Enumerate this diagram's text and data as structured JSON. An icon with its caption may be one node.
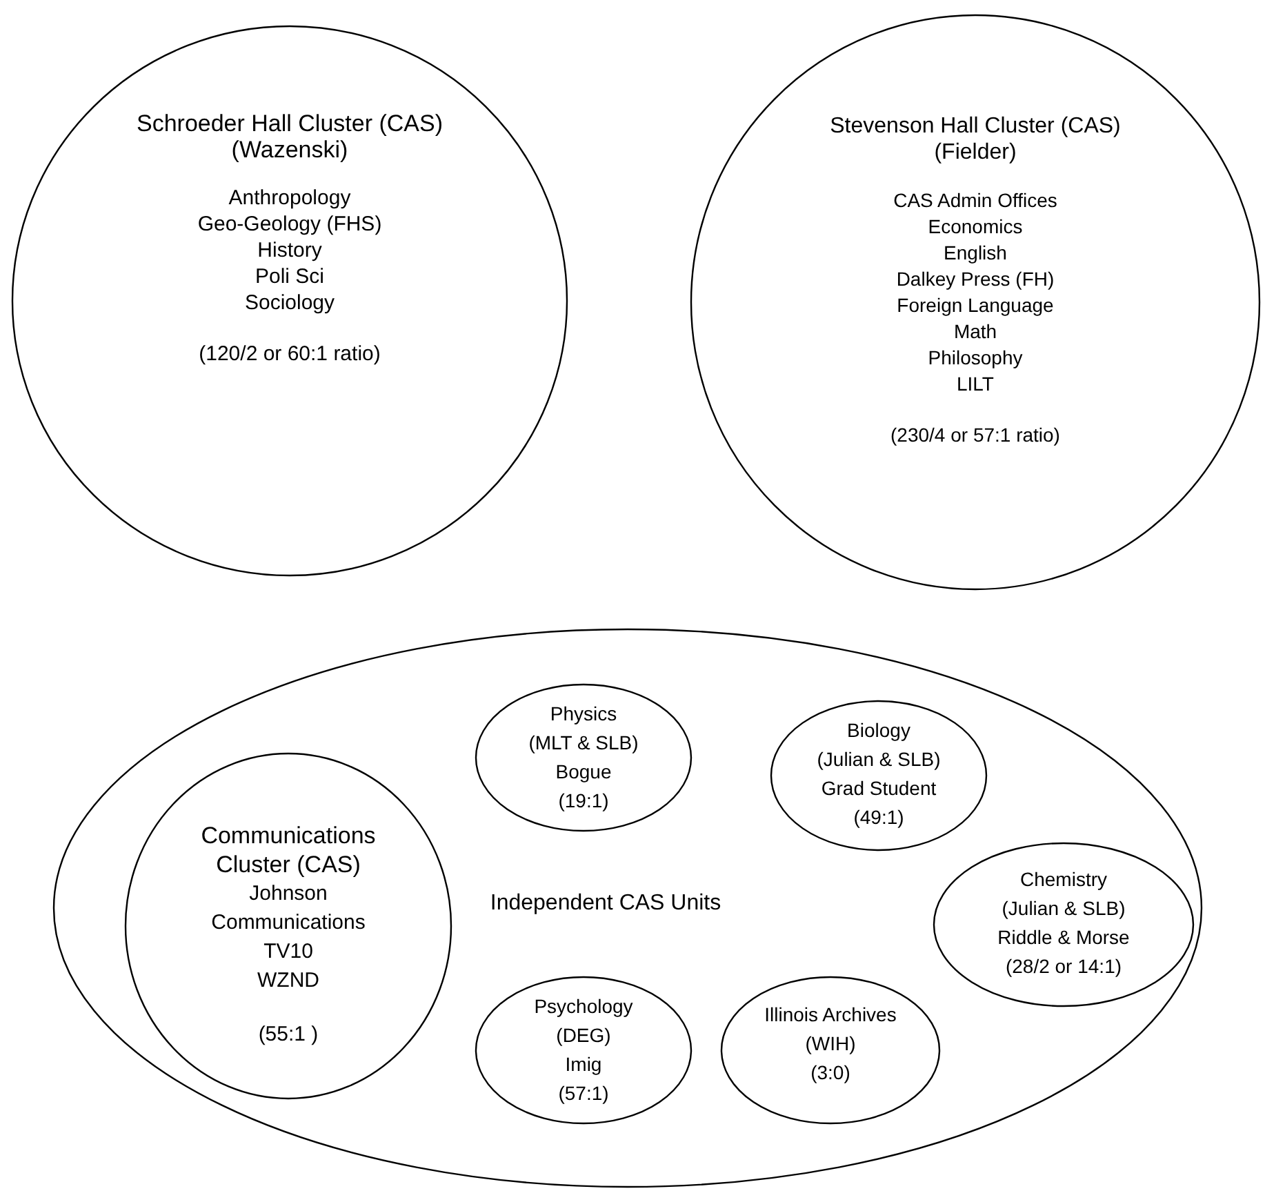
{
  "diagram": {
    "nodes": [
      {
        "text": [
          "Schroeder Hall Cluster (CAS) (Wazenski)",
          "Anthropology",
          "Geo-Geology (FHS)",
          "History",
          "Poli Sci",
          "Sociology",
          "(120/2 or 60:1 ratio)"
        ]
      },
      {
        "text": [
          "Stevenson Hall Cluster (CAS) (Fielder)",
          "CAS Admin Offices",
          "Economics",
          "English",
          "Dalkey Press (FH)",
          "Foreign Language",
          "Math",
          "Philosophy",
          "LILT",
          "(230/4 or 57:1 ratio)"
        ]
      },
      {
        "text": [
          "Independent CAS Units"
        ]
      },
      {
        "text": [
          "Communications Cluster (CAS)",
          "Johnson",
          "Communications",
          "TV10",
          "WZND",
          "(55:1 )"
        ],
        "in": 2
      },
      {
        "text": [
          "Physics",
          "(MLT & SLB)",
          "Bogue",
          "(19:1)"
        ],
        "in": 2
      },
      {
        "text": [
          "Biology",
          "(Julian & SLB)",
          "Grad Student",
          "(49:1)"
        ],
        "in": 2
      },
      {
        "text": [
          "Chemistry",
          "(Julian & SLB)",
          "Riddle & Morse",
          "(28/2 or 14:1)"
        ],
        "in": 2
      },
      {
        "text": [
          "Psychology",
          "(DEG)",
          "Imig",
          "(57:1)"
        ],
        "in": 2
      },
      {
        "text": [
          "Illinois Archives",
          "(WIH)",
          "(3:0)"
        ],
        "in": 2
      }
    ]
  }
}
